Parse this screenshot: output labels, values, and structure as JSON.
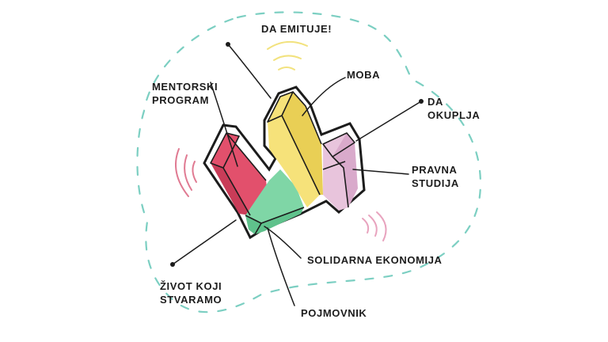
{
  "labels": {
    "da_emituje": "DA EMITUJE!",
    "moba": "MOBA",
    "mentorski_line1": "MENTORSKI",
    "mentorski_line2": "PROGRAM",
    "da_okuplja_line1": "DA",
    "da_okuplja_line2": "OKUPLJA",
    "pravna_line1": "PRAVNA",
    "pravna_line2": "STUDIJA",
    "solidarna": "SOLIDARNA EKONOMIJA",
    "zivot_line1": "ŽIVOT KOJI",
    "zivot_line2": "STVARAMO",
    "pojmovnik": "POJMOVNIK"
  },
  "colors": {
    "ink": "#1c1c1c",
    "dash": "#7ccfc2",
    "red": "#e2506c",
    "red_dark": "#c93c58",
    "yellow": "#f6e27a",
    "yellow_dark": "#e9cf55",
    "pink": "#e8c4dc",
    "pink_dark": "#d9aacb",
    "green": "#7fd6a6",
    "green_dark": "#5fc28c",
    "wave_yellow": "#f2e27e",
    "wave_red": "#e07a92",
    "wave_pink": "#e8a3be"
  }
}
